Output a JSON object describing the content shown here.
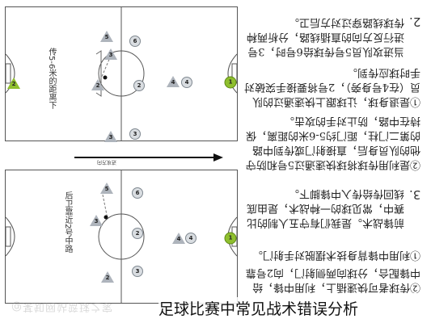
{
  "caption": "足球比赛中常见战术错误分析",
  "watermark": "@某知网站篮球之家",
  "colors": {
    "keeper_home": "#8fbf2e",
    "keeper_away": "#8fbf2e",
    "players_home": "#aeb4bc",
    "players_away": "#d9dde1",
    "lines": "#555555"
  },
  "direction_caption": "进攻方向",
  "diagram_top": {
    "vertical_label": "传5-6米的距离下",
    "markers": [
      {
        "id": "g-home",
        "num": "2"
      },
      {
        "id": "h5",
        "num": "5"
      },
      {
        "id": "h3a",
        "num": "3"
      },
      {
        "id": "h2",
        "num": "2"
      },
      {
        "id": "h3b",
        "num": "3"
      },
      {
        "id": "a6",
        "num": "6"
      },
      {
        "id": "a2",
        "num": "2"
      },
      {
        "id": "a3",
        "num": "3"
      },
      {
        "id": "h4",
        "num": "4"
      },
      {
        "id": "a4",
        "num": "4"
      },
      {
        "id": "g-away",
        "num": "1"
      }
    ]
  },
  "diagram_bottom": {
    "vertical_label": "后卫靠近2号中路",
    "markers": [
      {
        "id": "h5",
        "num": "5"
      },
      {
        "id": "a6",
        "num": "6"
      },
      {
        "id": "h3",
        "num": "3"
      },
      {
        "id": "a2",
        "num": "2"
      },
      {
        "id": "a3",
        "num": "3"
      },
      {
        "id": "h2",
        "num": "2"
      },
      {
        "id": "h4",
        "num": "4"
      },
      {
        "id": "a4",
        "num": "4"
      },
      {
        "id": "g-away",
        "num": "1"
      }
    ]
  },
  "section2": {
    "number": "2.",
    "paragraphs": [
      "当进攻队员5号传球给6号时，3号进行反方向的直插线路，分析两种传球线路穿过对方后卫。",
      "①是退身球，让球跟上快速通过的队员（在4号身旁），2号将要接手突破对手时球应传到。",
      "②是利用传球将球快速通过5号和防守他的队员身后，直接射门或传到中路的第二门柱，距门约5-6米的距离，保持在中路，防止对手的攻击。"
    ]
  },
  "section3": {
    "number": "3.",
    "paragraphs": [
      "前锋战术。是我们有守五人制的比赛中，常见球的一种战术，是由底线回传给传入中锋脚下。",
      "①利用中锋背身技术摆脱对手射门。",
      "②传球者可快速插上，利用中锋，给中锋配合，分球向两侧射门，向2号靠近防止反击。"
    ]
  }
}
